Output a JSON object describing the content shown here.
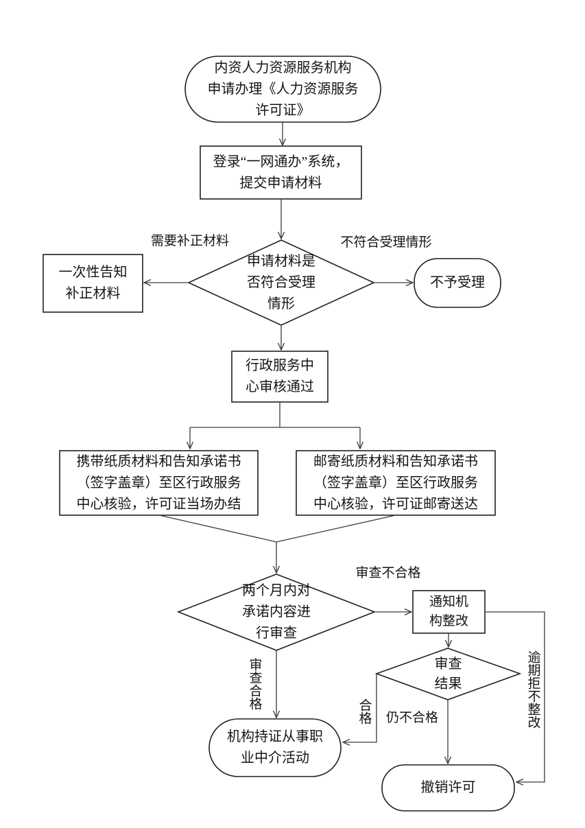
{
  "colors": {
    "background": "#ffffff",
    "shape_stroke": "#1f1f1f",
    "connector_stroke": "#3a3a3a",
    "text": "#141414"
  },
  "flowchart": {
    "nodes": {
      "start": {
        "label": "内资人力资源服务机构\n申请办理《人力资源服务\n许可证》"
      },
      "login": {
        "label": "登录“一网通办”系统，\n提交申请材料"
      },
      "accept_check": {
        "label": "申请材料是\n否符合受理\n情形"
      },
      "notify_correction": {
        "label": "一次性告知\n补正材料"
      },
      "reject": {
        "label": "不予受理"
      },
      "center_approved": {
        "label": "行政服务中\n心审核通过"
      },
      "bring_materials": {
        "label": "携带纸质材料和告知承诺书\n（签字盖章）至区行政服务\n中心核验，许可证当场办结"
      },
      "mail_materials": {
        "label": "邮寄纸质材料和告知承诺书\n（签字盖章）至区行政服务\n中心核验，许可证邮寄送达"
      },
      "review_commitment": {
        "label": "两个月内对\n承诺内容进\n行审查"
      },
      "notify_rectify": {
        "label": "通知机\n构整改"
      },
      "review_result": {
        "label": "审查\n结果"
      },
      "operate": {
        "label": "机构持证从事职\n业中介活动"
      },
      "revoke": {
        "label": "撤销许可"
      }
    },
    "edge_labels": {
      "need_correction": "需要补正材料",
      "not_acceptable": "不符合受理情形",
      "review_fail": "审查不合格",
      "review_pass": "审查合格",
      "pass": "合格",
      "still_fail": "仍不合格",
      "overdue_refuse": "逾期拒不整改"
    }
  }
}
